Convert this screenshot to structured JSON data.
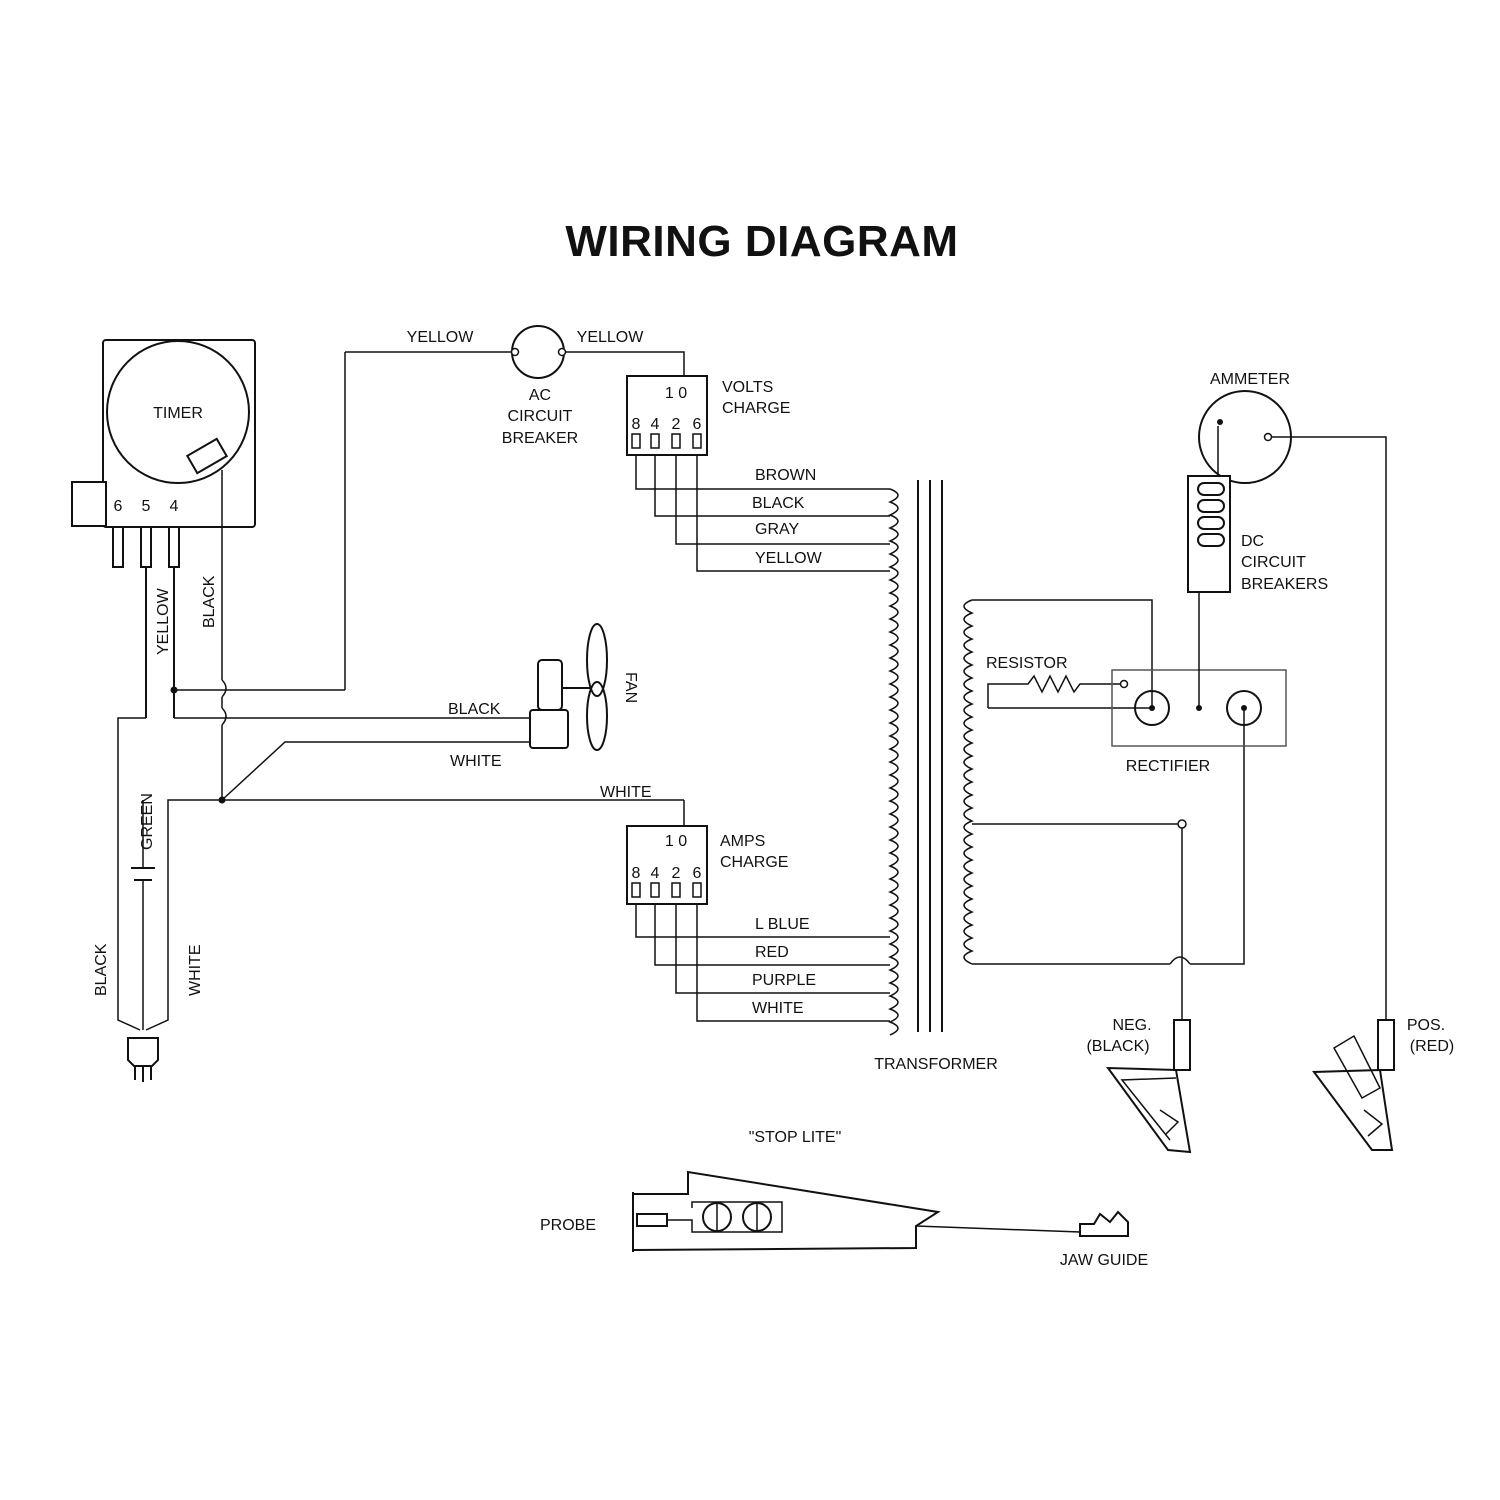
{
  "title": "WIRING DIAGRAM",
  "timer": {
    "label": "TIMER",
    "terminals": [
      "6",
      "5",
      "4"
    ]
  },
  "wires": {
    "yellow_vertical": "YELLOW",
    "black_vertical": "BLACK",
    "yellow_top_left": "YELLOW",
    "yellow_top_right": "YELLOW",
    "fan_black": "BLACK",
    "fan_white": "WHITE",
    "amps_white": "WHITE",
    "green": "GREEN",
    "plug_black": "BLACK",
    "plug_white": "WHITE"
  },
  "ac_breaker": {
    "line1": "AC",
    "line2": "CIRCUIT",
    "line3": "BREAKER"
  },
  "volts_switch": {
    "top_terminals": "1 0",
    "bottom_terminals": [
      "8",
      "4",
      "2",
      "6"
    ],
    "label_line1": "VOLTS",
    "label_line2": "CHARGE"
  },
  "amps_switch": {
    "top_terminals": "1 0",
    "bottom_terminals": [
      "8",
      "4",
      "2",
      "6"
    ],
    "label_line1": "AMPS",
    "label_line2": "CHARGE"
  },
  "volts_taps": [
    "BROWN",
    "BLACK",
    "GRAY",
    "YELLOW"
  ],
  "amps_taps": [
    "L BLUE",
    "RED",
    "PURPLE",
    "WHITE"
  ],
  "fan": {
    "label": "FAN"
  },
  "transformer": {
    "label": "TRANSFORMER"
  },
  "ammeter": {
    "label": "AMMETER"
  },
  "dc_breakers": {
    "line1": "DC",
    "line2": "CIRCUIT",
    "line3": "BREAKERS"
  },
  "resistor": {
    "label": "RESISTOR"
  },
  "rectifier": {
    "label": "RECTIFIER"
  },
  "neg_clamp": {
    "line1": "NEG.",
    "line2": "(BLACK)"
  },
  "pos_clamp": {
    "line1": "POS.",
    "line2": "(RED)"
  },
  "stop_lite": {
    "label": "\"STOP LITE\"",
    "probe": "PROBE",
    "jaw_guide": "JAW GUIDE"
  }
}
